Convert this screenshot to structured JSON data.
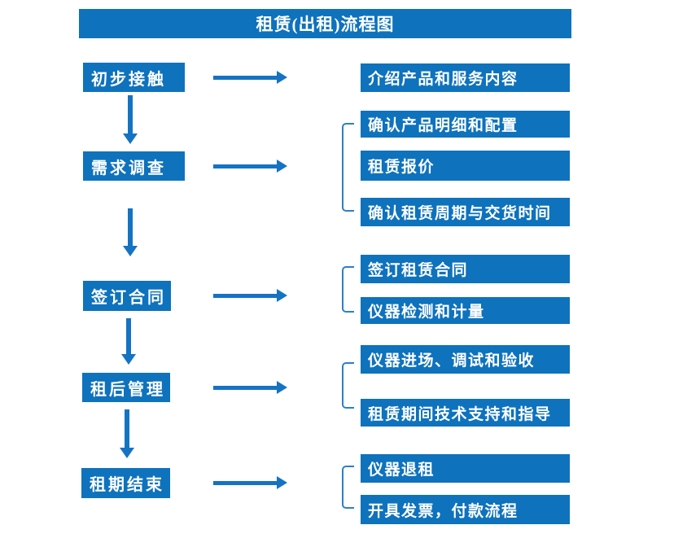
{
  "title": "租赁(出租)流程图",
  "colors": {
    "primary_blue": "#0e72bd",
    "arrow_blue": "#1573c3",
    "bracket_blue": "#2e7fc6",
    "text": "#ffffff",
    "background": "#ffffff"
  },
  "flow": {
    "steps": [
      {
        "label": "初步接触",
        "outputs": [
          "介绍产品和服务内容"
        ]
      },
      {
        "label": "需求调查",
        "outputs": [
          "确认产品明细和配置",
          "租赁报价",
          "确认租赁周期与交货时间"
        ]
      },
      {
        "label": "签订合同",
        "outputs": [
          "签订租赁合同",
          "仪器检测和计量"
        ]
      },
      {
        "label": "租后管理",
        "outputs": [
          "仪器进场、调试和验收",
          "租赁期间技术支持和指导"
        ]
      },
      {
        "label": "租期结束",
        "outputs": [
          "仪器退租",
          "开具发票，付款流程"
        ]
      }
    ]
  }
}
